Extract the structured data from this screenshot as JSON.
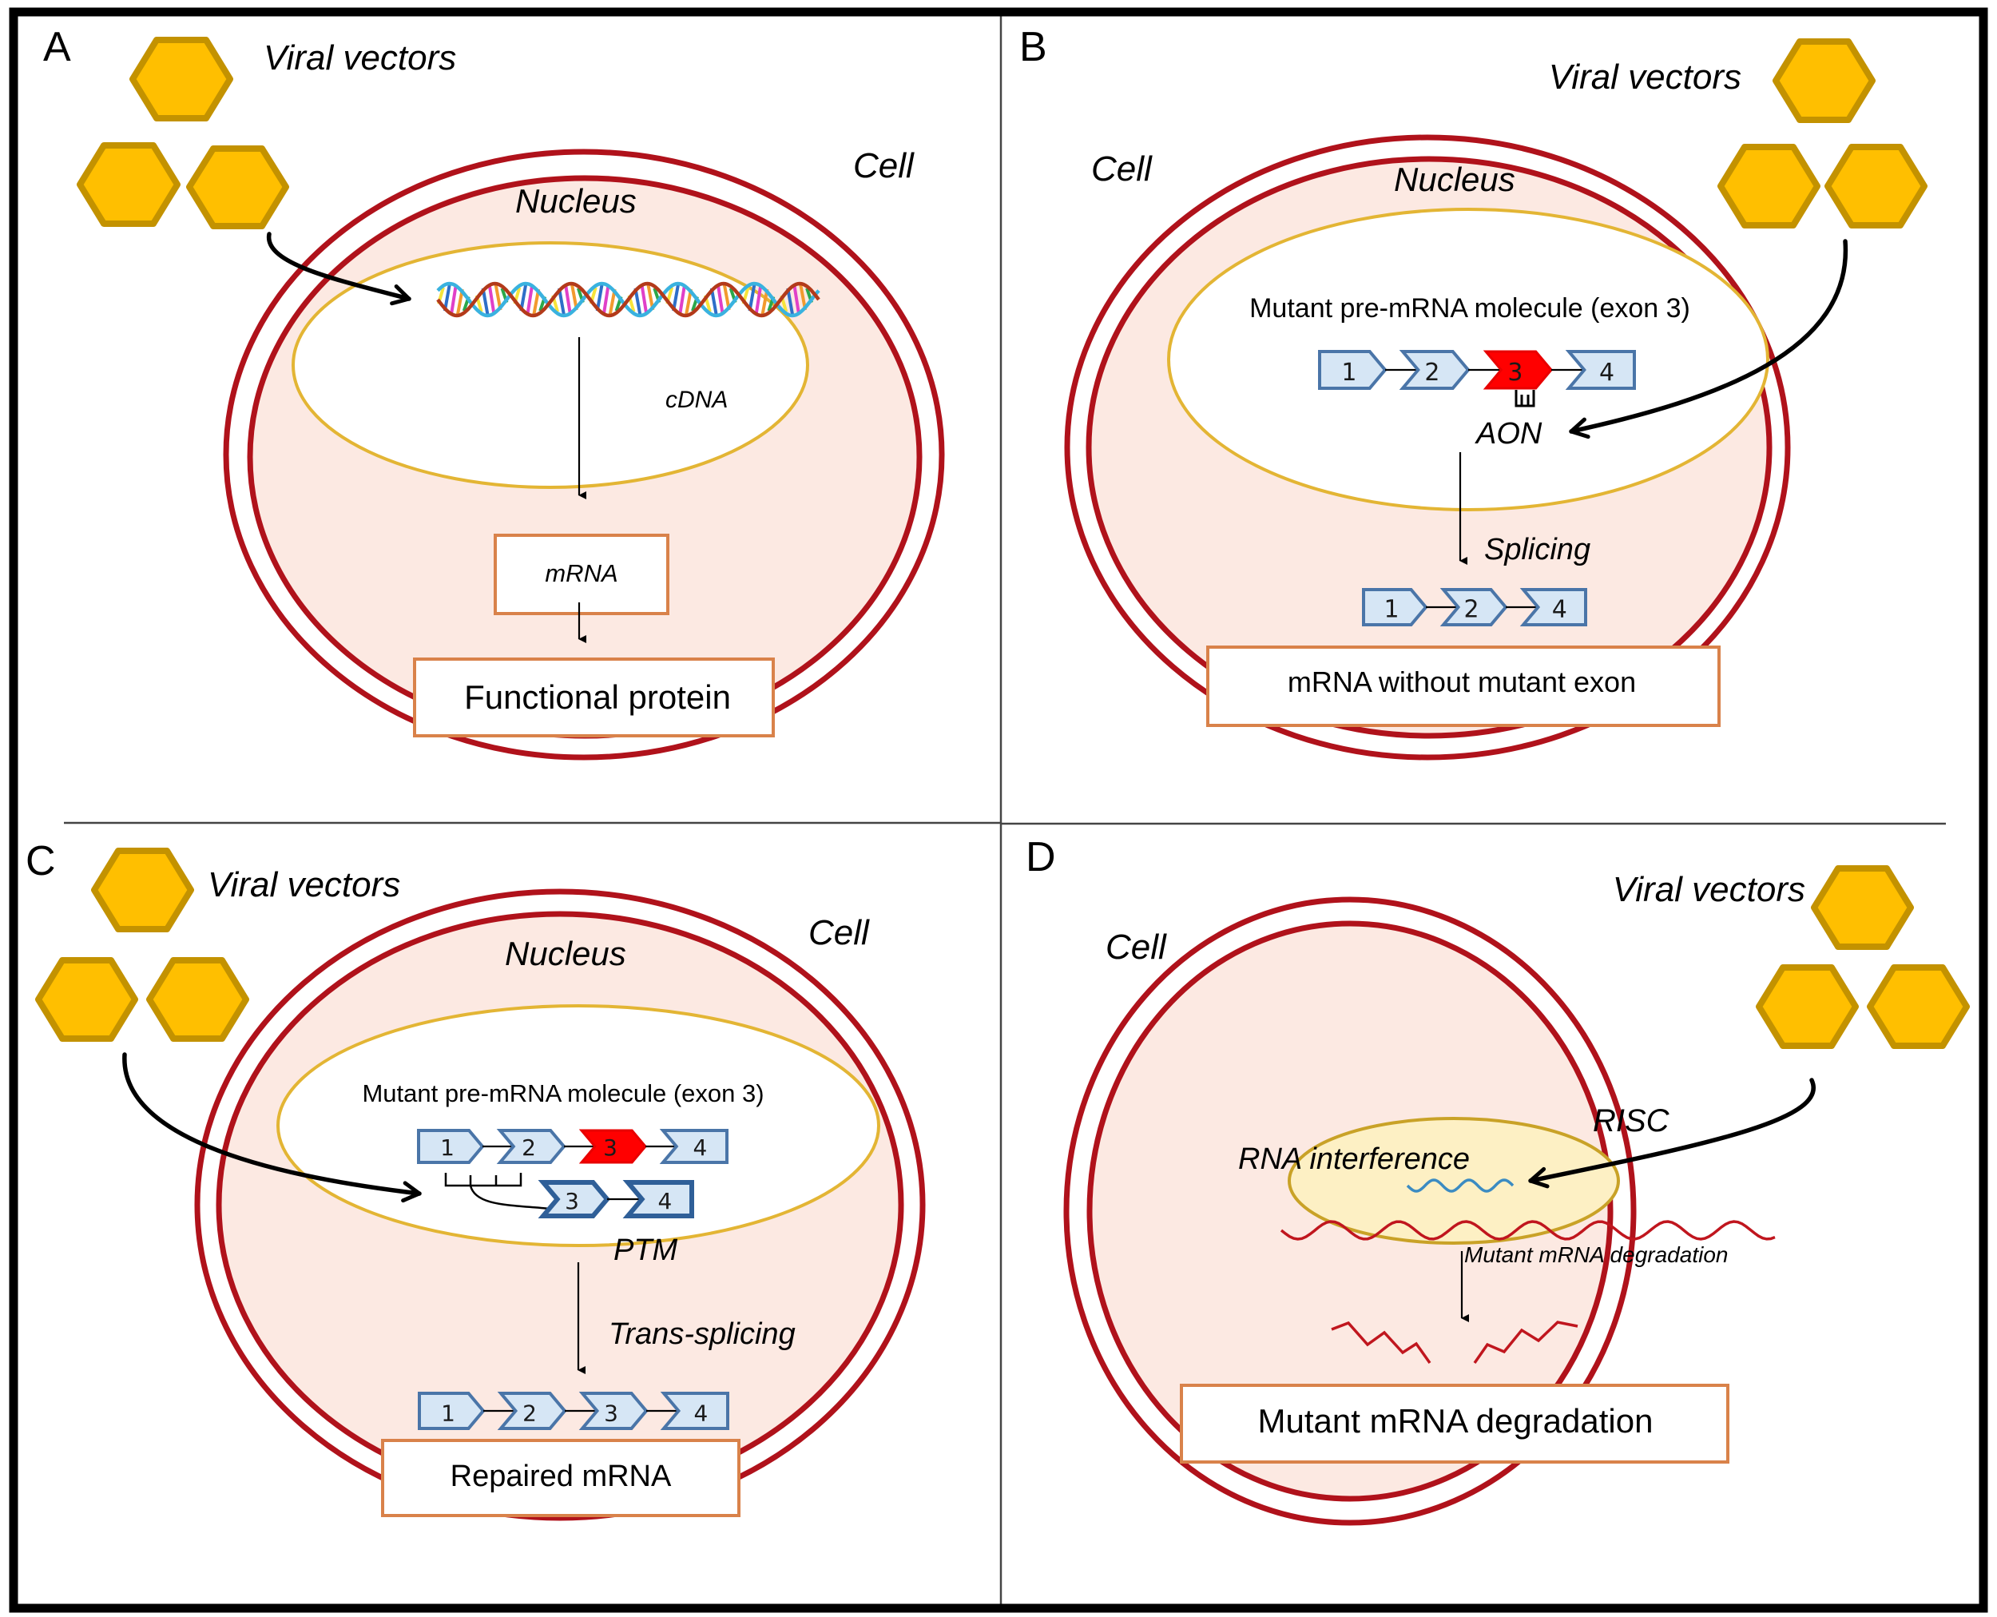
{
  "figure": {
    "colors": {
      "virus_fill": "#FFBF00",
      "virus_stroke": "#C39200",
      "membrane": "#B0121B",
      "cytoplasm": "#FCE9E2",
      "nucleus_outline": "#E3B534",
      "result_box_border": "#D9824A",
      "exon_fill": "#D6E6F5",
      "exon_outline": "#4A75A8",
      "mutant_exon": "#FF0000",
      "sirna": "#3B8BC2",
      "mutant_mrna": "#C0161E"
    }
  },
  "panels": {
    "A": {
      "letter": "A",
      "viral_vectors": "Viral vectors",
      "cell": "Cell",
      "nucleus": "Nucleus",
      "dna_label": "cDNA",
      "intermediate": "mRNA",
      "result": "Functional protein"
    },
    "B": {
      "letter": "B",
      "viral_vectors": "Viral vectors",
      "cell": "Cell",
      "nucleus": "Nucleus",
      "molecule": "Mutant pre-mRNA molecule (exon 3)",
      "exons_before": [
        "1",
        "2",
        "3",
        "4"
      ],
      "mutant_exon": "3",
      "aon": "AON",
      "process": "Splicing",
      "exons_after": [
        "1",
        "2",
        "4"
      ],
      "result": "mRNA without mutant exon"
    },
    "C": {
      "letter": "C",
      "viral_vectors": "Viral vectors",
      "cell": "Cell",
      "nucleus": "Nucleus",
      "molecule": "Mutant pre-mRNA molecule (exon 3)",
      "exons_before": [
        "1",
        "2",
        "3",
        "4"
      ],
      "mutant_exon": "3",
      "ptm_exons": [
        "3",
        "4"
      ],
      "ptm": "PTM",
      "process": "Trans-splicing",
      "exons_after": [
        "1",
        "2",
        "3",
        "4"
      ],
      "result": "Repaired mRNA"
    },
    "D": {
      "letter": "D",
      "viral_vectors": "Viral vectors",
      "cell": "Cell",
      "risc": "RISC",
      "rnai": "RNA interference",
      "degradation_small": "Mutant mRNA degradation",
      "result": "Mutant mRNA degradation"
    }
  }
}
